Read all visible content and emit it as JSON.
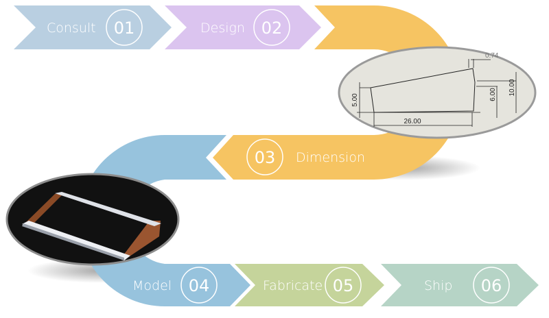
{
  "steps": [
    {
      "label": "Consult",
      "number": "01",
      "color": "#b9cfe1"
    },
    {
      "label": "Design",
      "number": "02",
      "color": "#dbc4ef"
    },
    {
      "label": "Dimension",
      "number": "03",
      "color": "#f6c462"
    },
    {
      "label": "Model",
      "number": "04",
      "color": "#97c3dd"
    },
    {
      "label": "Fabricate",
      "number": "05",
      "color": "#c5d49b"
    },
    {
      "label": "Ship",
      "number": "06",
      "color": "#b6d4c6"
    }
  ],
  "drawing": {
    "dim_top": "0.74",
    "dim_left": "5.00",
    "dim_right_inner": "6.00",
    "dim_right_outer": "10.00",
    "dim_bottom": "26.00"
  }
}
